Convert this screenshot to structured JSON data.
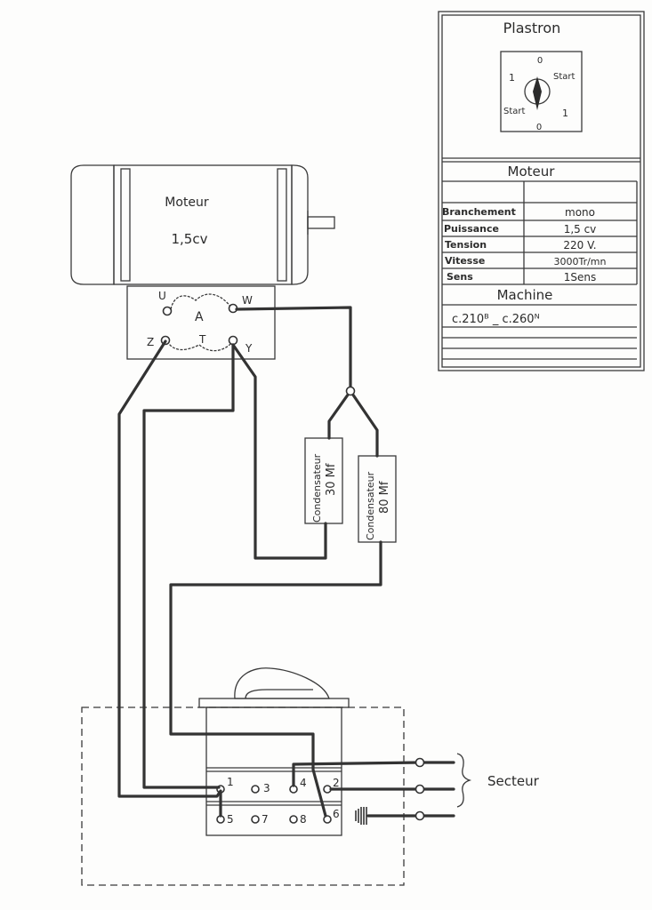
{
  "motor": {
    "title": "Moteur",
    "power": "1,5cv",
    "terminals": {
      "u": "U",
      "w": "W",
      "z": "Z",
      "y": "Y",
      "a": "A",
      "t": "T"
    }
  },
  "panel": {
    "title": "Plastron",
    "switch_labels": {
      "zero_top": "0",
      "zero_bottom": "0",
      "one_left": "1",
      "one_right": "1",
      "start_right": "Start",
      "start_left": "Start"
    },
    "motor_section": "Moteur",
    "rows": [
      {
        "label": "Branchement",
        "value": "mono"
      },
      {
        "label": "Puissance",
        "value": "1,5 cv"
      },
      {
        "label": "Tension",
        "value": "220 V."
      },
      {
        "label": "Vitesse",
        "value": "3000Tr/mn"
      },
      {
        "label": "Sens",
        "value": "1Sens"
      }
    ],
    "machine_section": "Machine",
    "machine_value": "c.210ᴮ _ c.260ᴺ"
  },
  "capacitors": [
    {
      "label": "Condensateur",
      "value": "30 Mf"
    },
    {
      "label": "Condensateur",
      "value": "80 Mf"
    }
  ],
  "switch_terminals": [
    "1",
    "3",
    "4",
    "2",
    "5",
    "7",
    "8",
    "6"
  ],
  "mains": {
    "label": "Secteur"
  }
}
